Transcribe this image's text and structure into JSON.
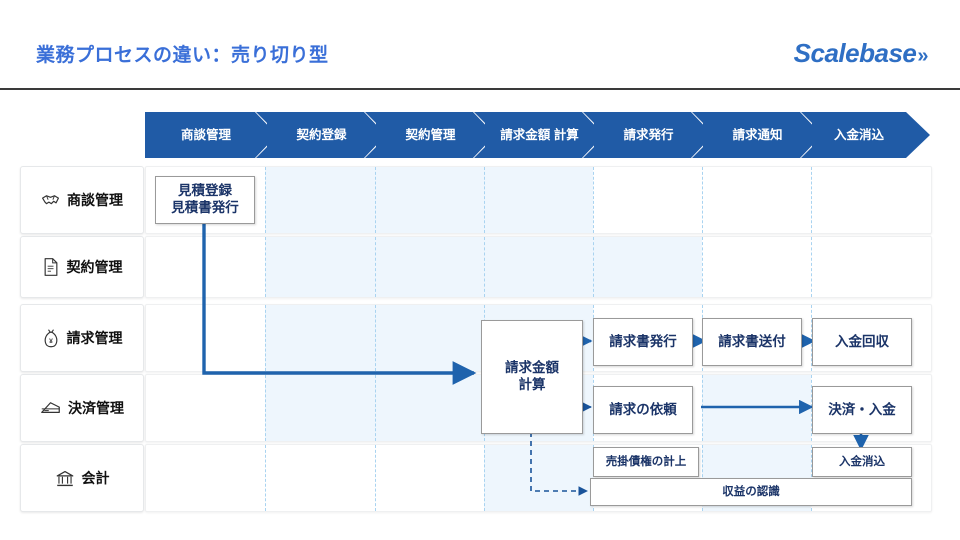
{
  "header": {
    "title": "業務プロセスの違い：売り切り型",
    "brand": "Scalebase",
    "brand_chevron": "»"
  },
  "process_steps": [
    {
      "label": "商談管理"
    },
    {
      "label": "契約登録"
    },
    {
      "label": "契約管理"
    },
    {
      "label": "請求金額\n計算"
    },
    {
      "label": "請求発行"
    },
    {
      "label": "請求通知"
    },
    {
      "label": "入金消込"
    }
  ],
  "rows": [
    {
      "label": "商談管理",
      "icon": "handshake-icon"
    },
    {
      "label": "契約管理",
      "icon": "document-icon"
    },
    {
      "label": "請求管理",
      "icon": "money-bag-icon"
    },
    {
      "label": "決済管理",
      "icon": "payment-card-icon"
    },
    {
      "label": "会計",
      "icon": "bank-icon"
    }
  ],
  "nodes": {
    "quote": "見積登録\n見積書発行",
    "billing_calc": "請求金額\n計算",
    "invoice_issue": "請求書発行",
    "invoice_send": "請求書送付",
    "payment_collect": "入金回収",
    "billing_request": "請求の依頼",
    "settlement_deposit": "決済・入金",
    "receivable_record": "売掛債権の計上",
    "deposit_match": "入金消込",
    "revenue_recognition": "収益の認識"
  },
  "colors": {
    "title": "#3a6fd8",
    "brand": "#2f6fc4",
    "chevron_fill": "#205ba6",
    "node_text": "#1b3468",
    "band_tint": "#eef6fd",
    "arrow": "#1f63ad",
    "gridline": "#a9d3f0"
  }
}
